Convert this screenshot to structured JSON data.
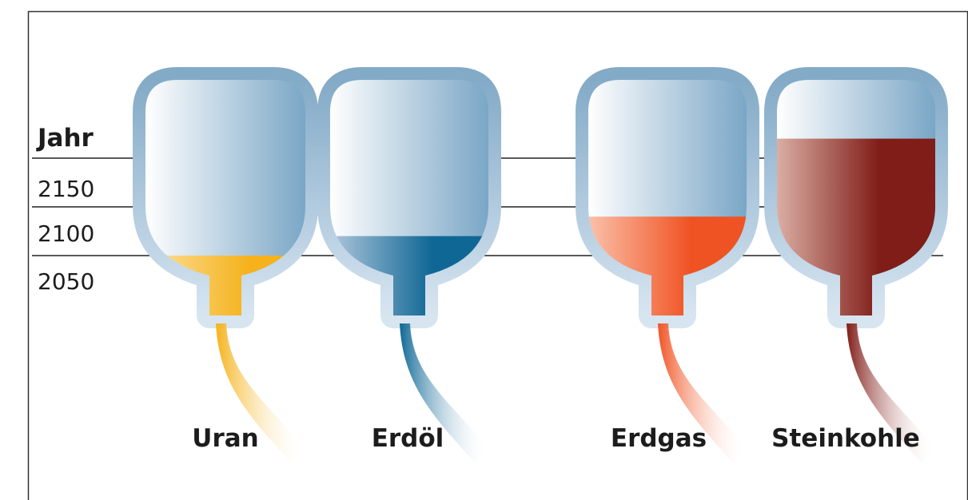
{
  "chart_data": {
    "type": "other",
    "axis_label": "Jahr",
    "years": [
      "2150",
      "2100",
      "2050"
    ],
    "series": [
      {
        "name": "Uran",
        "reach_year": 2050,
        "color": "#f5b21b",
        "light": "#fde9b8"
      },
      {
        "name": "Erdöl",
        "reach_year": 2070,
        "color": "#0f6795",
        "light": "#c9d6e6"
      },
      {
        "name": "Erdgas",
        "reach_year": 2090,
        "color": "#f05323",
        "light": "#fcd2c0"
      },
      {
        "name": "Steinkohle",
        "reach_year": 2170,
        "color": "#801d18",
        "light": "#e8c5b9"
      }
    ]
  }
}
